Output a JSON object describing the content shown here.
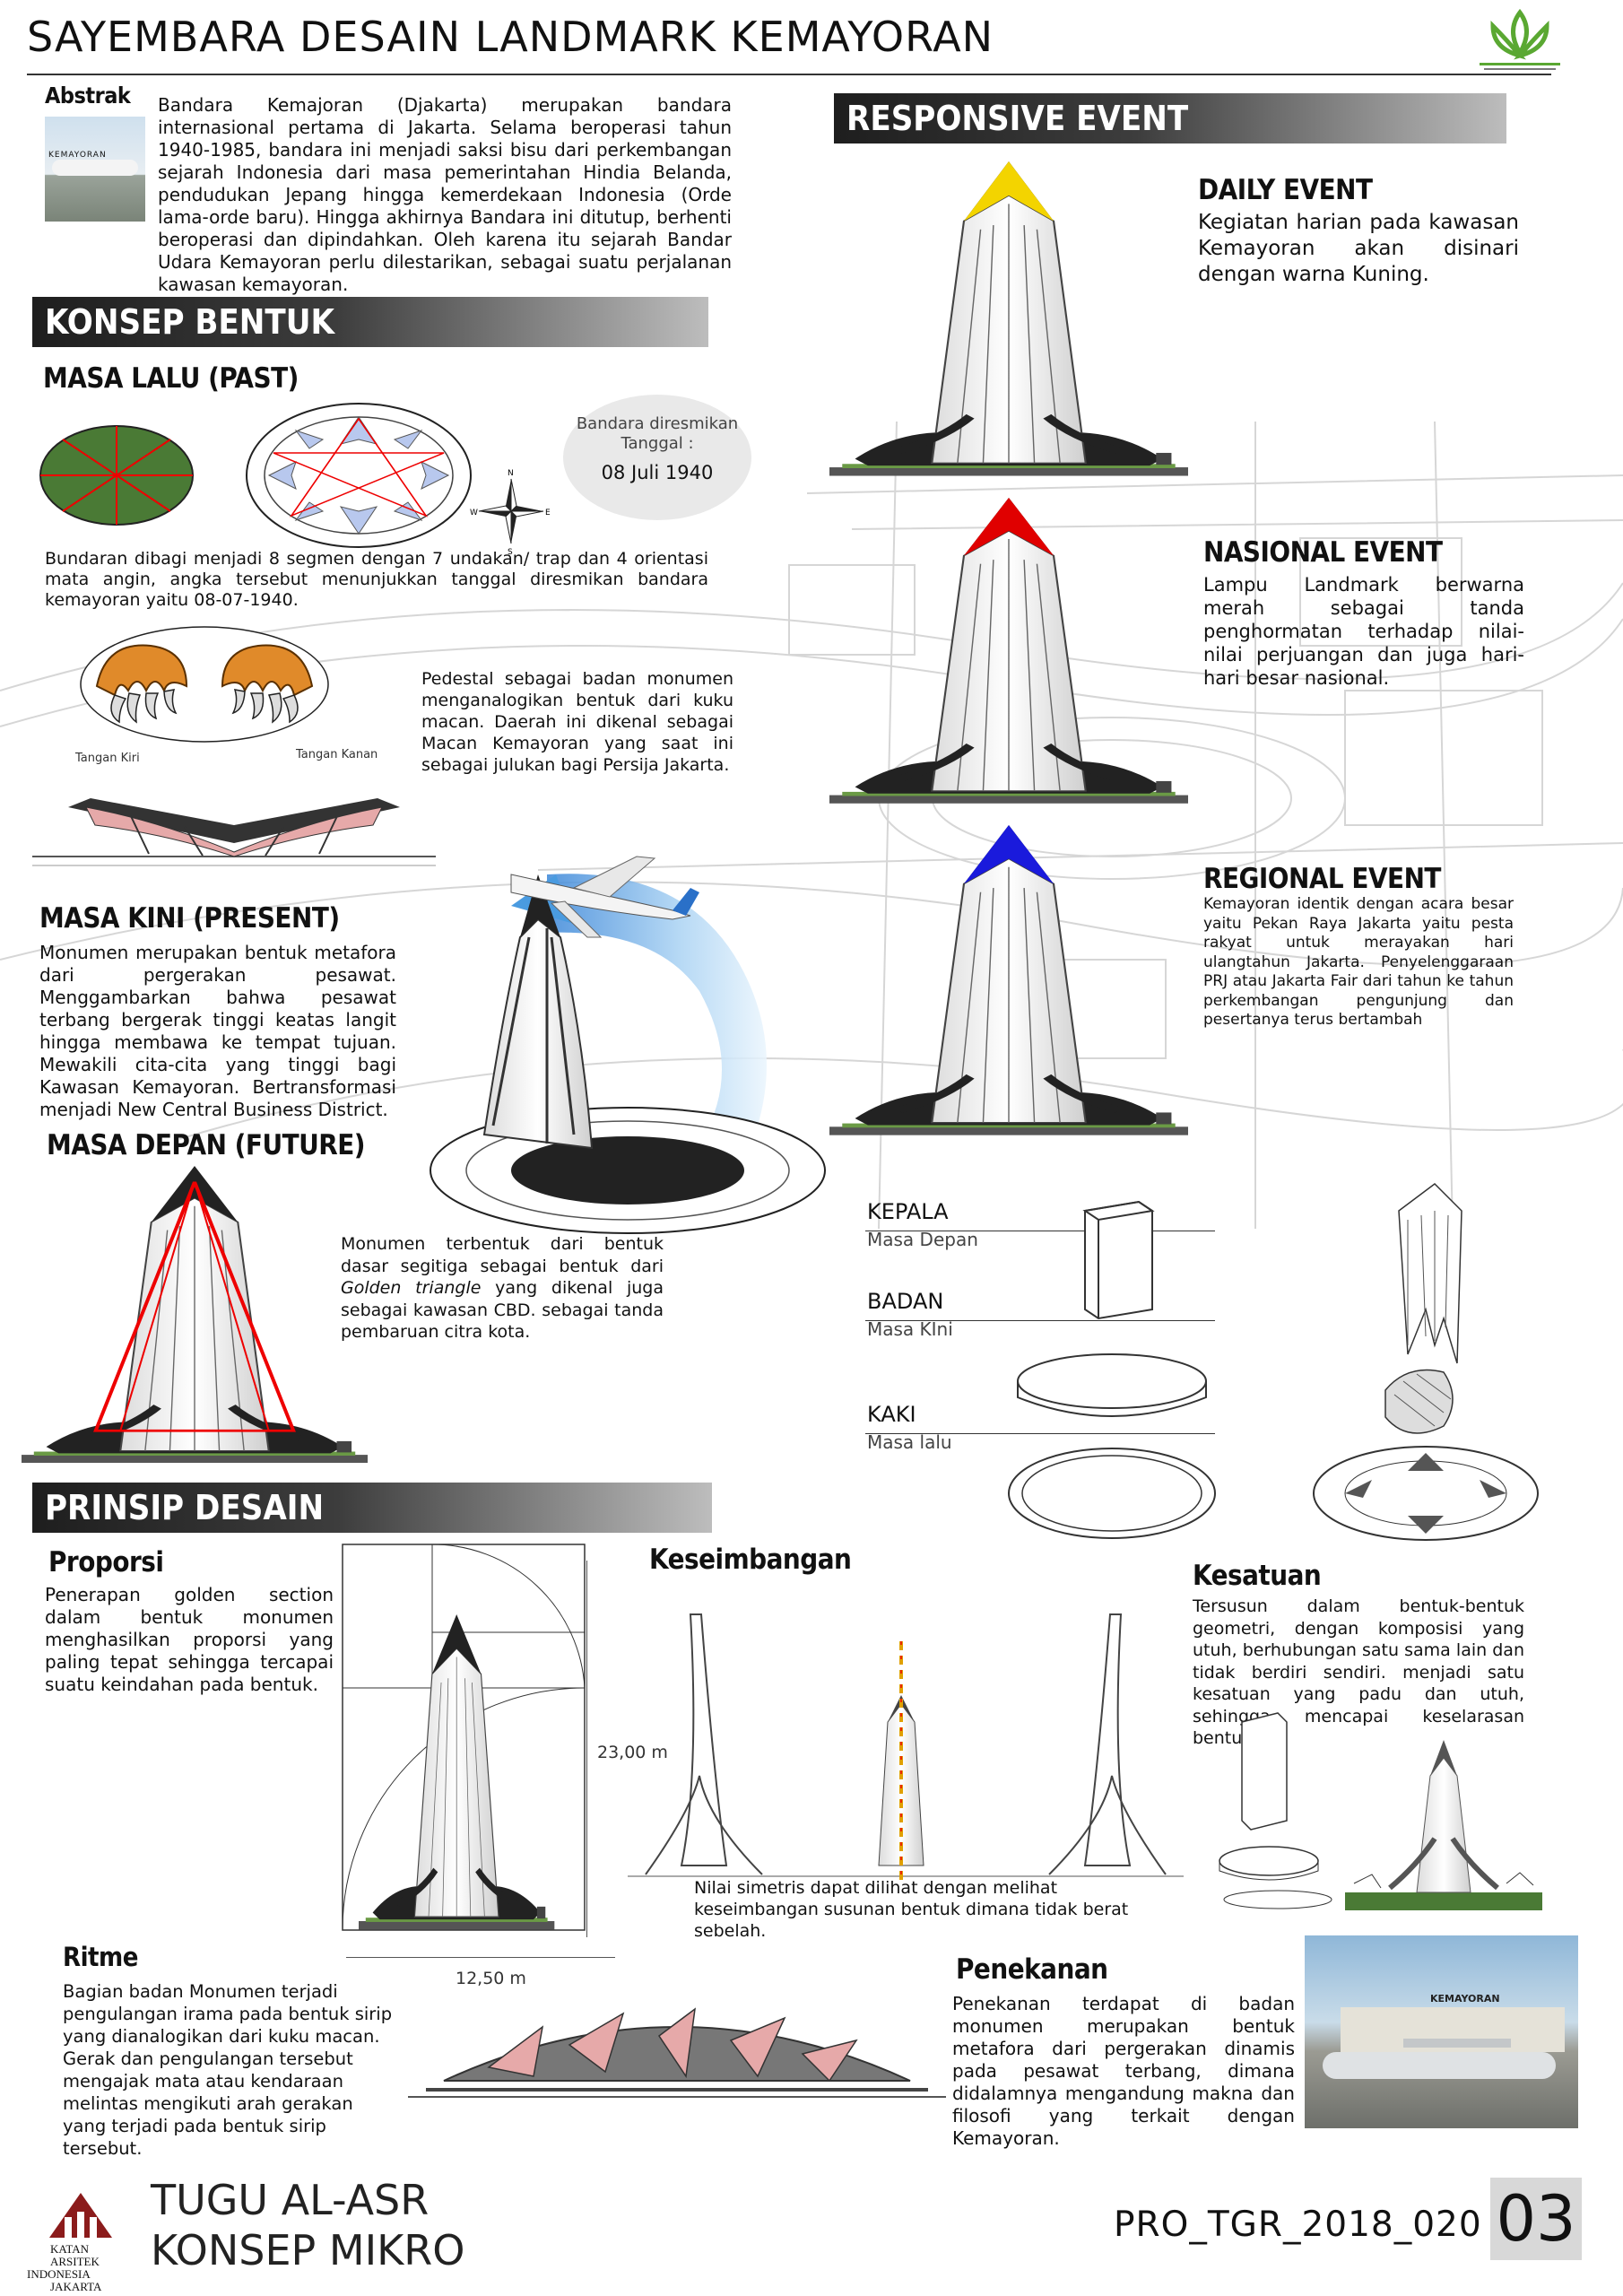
{
  "header": {
    "title": "SAYEMBARA DESAIN LANDMARK KEMAYORAN"
  },
  "abstrak": {
    "heading": "Abstrak",
    "image_caption": "KEMAYORAN",
    "text": "Bandara Kemajoran (Djakarta) merupakan bandara internasional pertama di Jakarta. Selama beroperasi tahun 1940-1985, bandara ini menjadi saksi bisu dari perkembangan sejarah Indonesia dari masa pemerintahan Hindia Belanda, pendudukan Jepang hingga kemerdekaan Indonesia (Orde lama-orde baru). Hingga akhirnya Bandara ini ditutup, berhenti beroperasi dan dipindahkan. Oleh karena itu sejarah Bandar Udara Kemayoran perlu dilestarikan, sebagai suatu perjalanan kawasan kemayoran."
  },
  "sections": {
    "responsive": "RESPONSIVE EVENT",
    "konsep": "KONSEP BENTUK",
    "prinsip": "PRINSIP DESAIN"
  },
  "colors": {
    "daily": "#f3d400",
    "nasional": "#e00000",
    "regional": "#1a1adc",
    "green": "#4a7a35"
  },
  "events": {
    "daily": {
      "title": "DAILY EVENT",
      "text": "Kegiatan harian pada kawasan Kemayoran akan disinari dengan warna Kuning."
    },
    "nasional": {
      "title": "NASIONAL EVENT",
      "text": "Lampu Landmark berwarna merah sebagai tanda penghormatan terhadap nilai-nilai perjuangan dan juga hari-hari besar nasional."
    },
    "regional": {
      "title": "REGIONAL EVENT",
      "text": "Kemayoran identik dengan acara besar yaitu Pekan Raya Jakarta yaitu pesta rakyat untuk merayakan hari ulangtahun Jakarta. Penyelenggaraan PRJ atau Jakarta Fair dari tahun ke tahun perkembangan pengunjung dan pesertanya terus bertambah"
    }
  },
  "past": {
    "title": "MASA LALU (PAST)",
    "bubble_line1": "Bandara diresmikan",
    "bubble_line2": "Tanggal :",
    "bubble_date": "08 Juli 1940",
    "compass": [
      "N",
      "W",
      "E",
      "S"
    ],
    "text": "Bundaran dibagi menjadi 8 segmen dengan 7 undakan/ trap dan 4 orientasi mata angin, angka tersebut menunjukkan tanggal diresmikan bandara kemayoran yaitu 08-07-1940.",
    "claw_left": "Tangan Kiri",
    "claw_right": "Tangan Kanan",
    "pedestal_text": "Pedestal sebagai badan monumen menganalogikan bentuk dari kuku macan. Daerah ini dikenal sebagai Macan Kemayoran yang saat ini sebagai julukan bagi Persija Jakarta."
  },
  "present": {
    "title": "MASA KINI (PRESENT)",
    "text": "Monumen merupakan bentuk metafora dari pergerakan pesawat. Menggambarkan bahwa pesawat terbang bergerak tinggi keatas langit hingga membawa ke tempat tujuan. Mewakili cita-cita yang tinggi bagi Kawasan Kemayoran. Bertransformasi menjadi New Central Business District."
  },
  "future": {
    "title": "MASA DEPAN (FUTURE)",
    "text_before": "Monumen terbentuk dari bentuk dasar segitiga sebagai bentuk dari ",
    "text_italic": "Golden triangle",
    "text_after": " yang dikenal juga sebagai kawasan CBD. sebagai tanda pembaruan citra kota."
  },
  "parts": [
    {
      "name": "KEPALA",
      "sub": "Masa Depan"
    },
    {
      "name": "BADAN",
      "sub": "Masa KIni"
    },
    {
      "name": "KAKI",
      "sub": "Masa lalu"
    }
  ],
  "proporsi": {
    "title": "Proporsi",
    "text": "Penerapan golden section dalam bentuk monumen menghasilkan proporsi yang paling tepat sehingga tercapai suatu keindahan pada bentuk.",
    "height_label": "23,00 m",
    "width_label": "12,50 m"
  },
  "keseimbangan": {
    "title": "Keseimbangan",
    "text": "Nilai simetris dapat dilihat dengan melihat keseimbangan susunan bentuk dimana tidak berat sebelah."
  },
  "kesatuan": {
    "title": "Kesatuan",
    "text": "Tersusun dalam bentuk-bentuk geometri, dengan komposisi yang utuh, berhubungan satu sama lain dan tidak berdiri sendiri. menjadi satu kesatuan yang padu dan utuh, sehingga mencapai keselarasan bentuk."
  },
  "ritme": {
    "title": "Ritme",
    "text": "Bagian badan Monumen terjadi pengulangan irama pada bentuk sirip yang dianalogikan dari kuku macan. Gerak dan pengulangan tersebut mengajak mata atau kendaraan melintas mengikuti arah gerakan yang terjadi pada bentuk sirip tersebut."
  },
  "penekanan": {
    "title": "Penekanan",
    "text": "Penekanan terdapat di badan monumen merupakan bentuk metafora dari pergerakan dinamis pada pesawat terbang, dimana didalamnya mengandung makna dan filosofi yang terkait dengan Kemayoran.",
    "photo_sign": "KEMAYORAN"
  },
  "footer": {
    "logo_lines": [
      "KATAN",
      "ARSITEK",
      "INDONESIA",
      "JAKARTA"
    ],
    "title1": "TUGU AL-ASR",
    "title2": "KONSEP MIKRO",
    "code": "PRO_TGR_2018_020",
    "page": "03"
  }
}
